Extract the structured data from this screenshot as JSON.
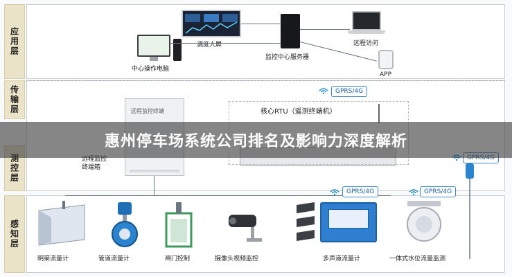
{
  "layers": {
    "application": "应用层",
    "transmission": "传输层",
    "measurement": "测控层",
    "perception": "感知层"
  },
  "application": {
    "screen": "调度大屏",
    "operator_pc": "中心操作电脑",
    "server": "监控中心服务器",
    "remote": "远程访问",
    "app": "APP"
  },
  "transmission": {
    "gprs_top": "GPRS/4G",
    "rtu": "核心RTU（遥测终端机）"
  },
  "measurement": {
    "box_top": "远程监控终端",
    "box_title": "远程监控",
    "box_sub": "终端箱",
    "gprs_right": "GPRS/4G"
  },
  "perception": {
    "gprs_a": "GPRS/4G",
    "gprs_b": "GPRS/4G",
    "devices": [
      "明渠流量计",
      "管道流量计",
      "闸门控制",
      "摄像头视频监控",
      "多声道流量计",
      "一体式水位流量监测"
    ]
  },
  "banner": {
    "title": "惠州停车场系统公司排名及影响力深度解析"
  },
  "colors": {
    "band_label": "#eae3c8",
    "gprs_border": "#3f86c6",
    "banner_bg": "#3c3c3c"
  }
}
